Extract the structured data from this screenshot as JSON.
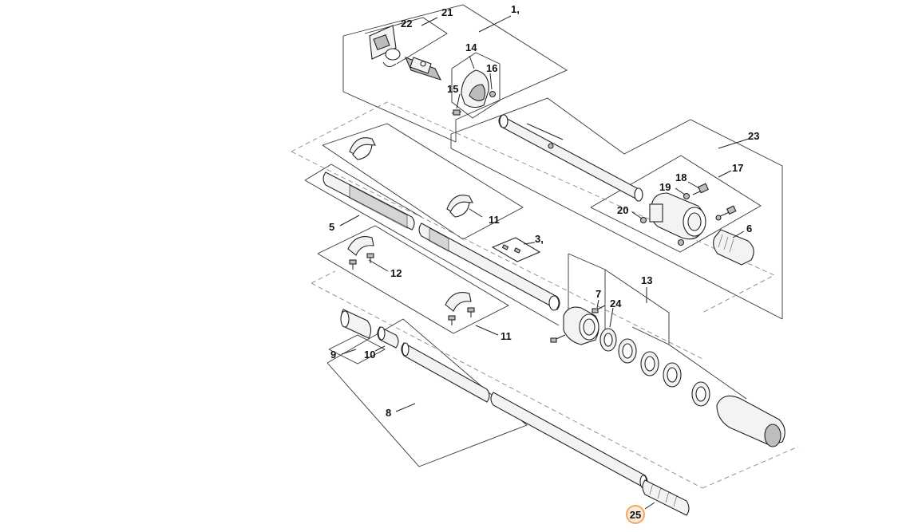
{
  "diagram": {
    "callouts": {
      "c1": "1,",
      "c3": "3,",
      "c5": "5",
      "c6": "6",
      "c7": "7",
      "c8": "8",
      "c9": "9",
      "c10": "10",
      "c11a": "11",
      "c11b": "11",
      "c12": "12",
      "c13": "13",
      "c14": "14",
      "c15": "15",
      "c16": "16",
      "c17": "17",
      "c18": "18",
      "c19": "19",
      "c20": "20",
      "c21": "21",
      "c22": "22",
      "c23": "23",
      "c24": "24",
      "c25": "25"
    },
    "highlight": {
      "callout": "c25",
      "color": "#f0a868",
      "fill": "#fde9d6"
    }
  }
}
